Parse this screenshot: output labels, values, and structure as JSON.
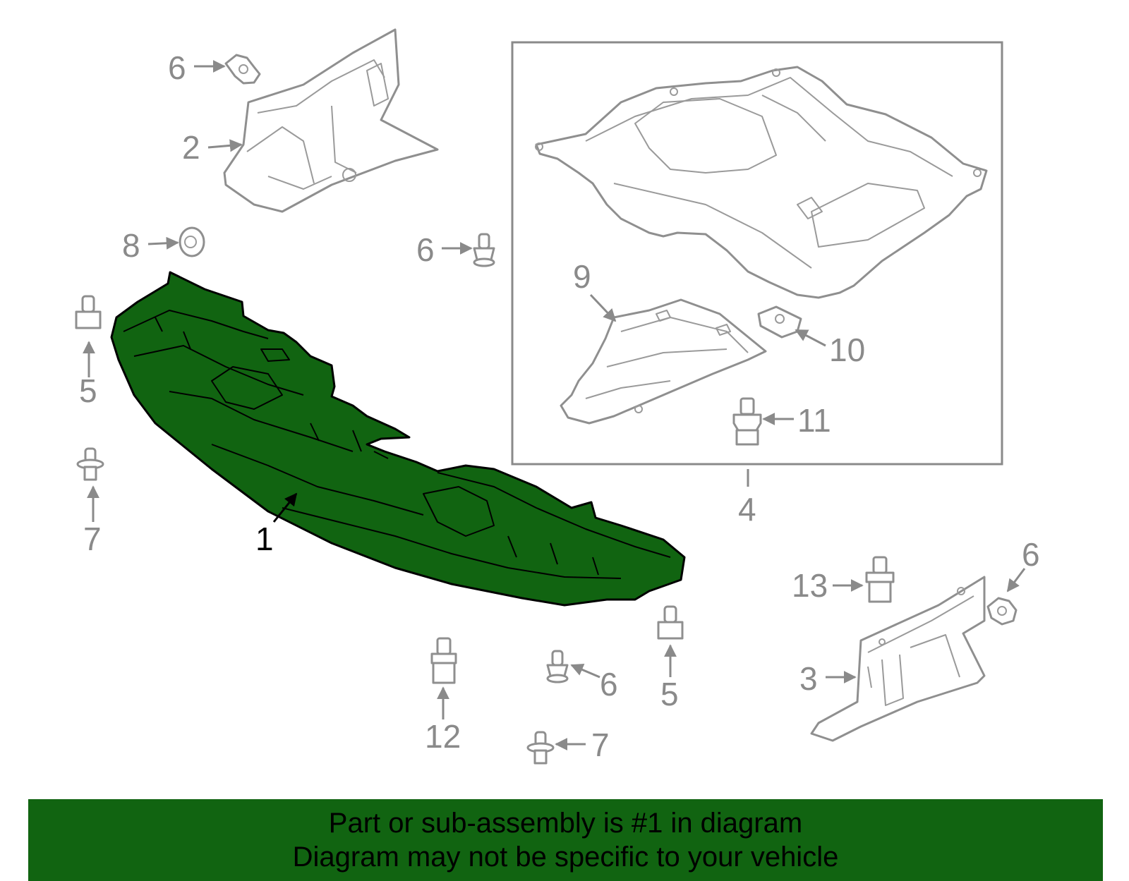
{
  "diagram": {
    "callouts": {
      "c1": "1",
      "c2": "2",
      "c3": "3",
      "c4": "4",
      "c5a": "5",
      "c5b": "5",
      "c6a": "6",
      "c6b": "6",
      "c6c": "6",
      "c6d": "6",
      "c7a": "7",
      "c7b": "7",
      "c8": "8",
      "c9": "9",
      "c10": "10",
      "c11": "11",
      "c12": "12",
      "c13": "13"
    },
    "highlight_color": "#116411",
    "line_color": "#8a8a8a"
  },
  "banner": {
    "line1": "Part or sub-assembly is #1 in diagram",
    "line2": "Diagram may not be specific to your vehicle"
  }
}
